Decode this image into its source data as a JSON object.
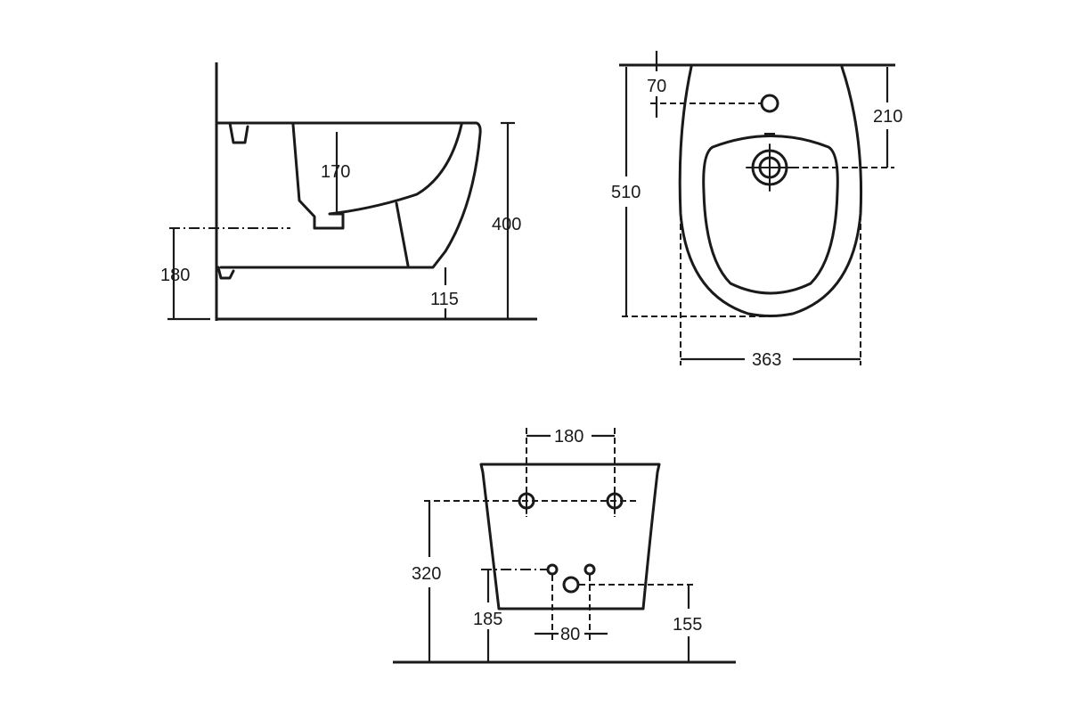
{
  "side_view": {
    "dimensions": {
      "bowl_depth": "170",
      "total_height": "400",
      "fixing_height": "180",
      "base_height": "115"
    }
  },
  "top_view": {
    "dimensions": {
      "tap_hole_offset": "70",
      "drain_offset": "210",
      "length": "510",
      "width": "363"
    }
  },
  "rear_view": {
    "dimensions": {
      "bolt_spacing": "180",
      "bolt_height": "320",
      "supply_height": "185",
      "drain_height": "155",
      "supply_spacing": "80"
    }
  }
}
